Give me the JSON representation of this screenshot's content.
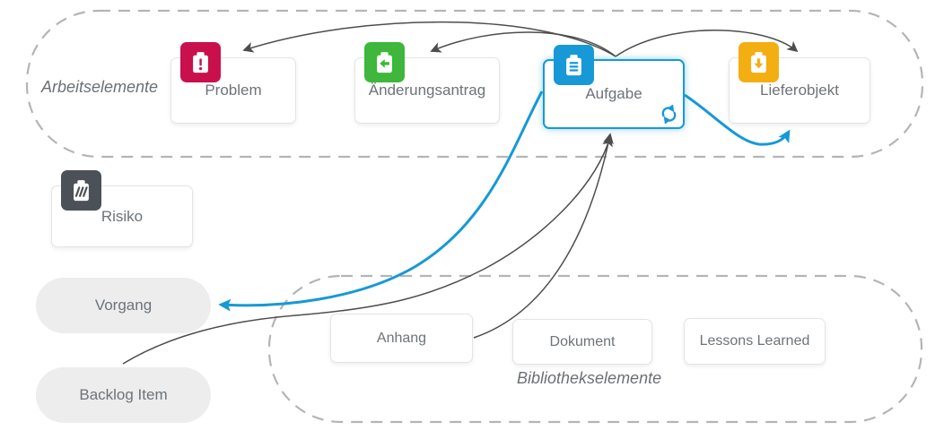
{
  "groups": {
    "work": {
      "label": "Arbeitselemente"
    },
    "library": {
      "label": "Bibliothekselemente"
    }
  },
  "nodes": {
    "problem": {
      "label": "Problem",
      "color": "#c9104c",
      "icon": "problem-exclamation-icon"
    },
    "aenderungsantrag": {
      "label": "Änderungsantrag",
      "color": "#3eb73c",
      "icon": "change-request-icon"
    },
    "aufgabe": {
      "label": "Aufgabe",
      "color": "#1699d6",
      "icon": "task-clipboard-icon",
      "selected": true,
      "status_icon": "sync-icon"
    },
    "lieferobjekt": {
      "label": "Lieferobjekt",
      "color": "#f3ae11",
      "icon": "deliverable-icon"
    },
    "risiko": {
      "label": "Risiko",
      "color": "#4b5157",
      "icon": "risk-icon"
    },
    "vorgang": {
      "label": "Vorgang"
    },
    "backlog_item": {
      "label": "Backlog Item"
    },
    "anhang": {
      "label": "Anhang"
    },
    "dokument": {
      "label": "Dokument"
    },
    "lessons_learned": {
      "label": "Lessons Learned"
    }
  },
  "colors": {
    "connector_gray": "#4d4d4d",
    "connector_blue": "#1699d6",
    "dashed_outline": "#b2b5b7",
    "pill_fill": "#ededee",
    "node_text": "#6d7378"
  }
}
